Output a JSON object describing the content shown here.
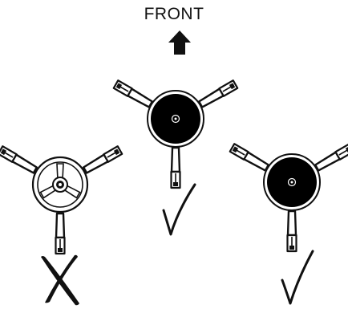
{
  "header": {
    "front_label": "FRONT",
    "arrow_icon": "up-arrow-icon"
  },
  "colors": {
    "stroke": "#111111",
    "fill_dark": "#000000",
    "background": "#ffffff"
  },
  "tripods": [
    {
      "id": "left",
      "view": "underside-open",
      "verdict": "incorrect",
      "verdict_icon": "cross-mark-icon"
    },
    {
      "id": "center",
      "view": "top-covered",
      "verdict": "correct",
      "verdict_icon": "check-mark-icon"
    },
    {
      "id": "right",
      "view": "top-covered",
      "verdict": "correct",
      "verdict_icon": "check-mark-icon"
    }
  ]
}
